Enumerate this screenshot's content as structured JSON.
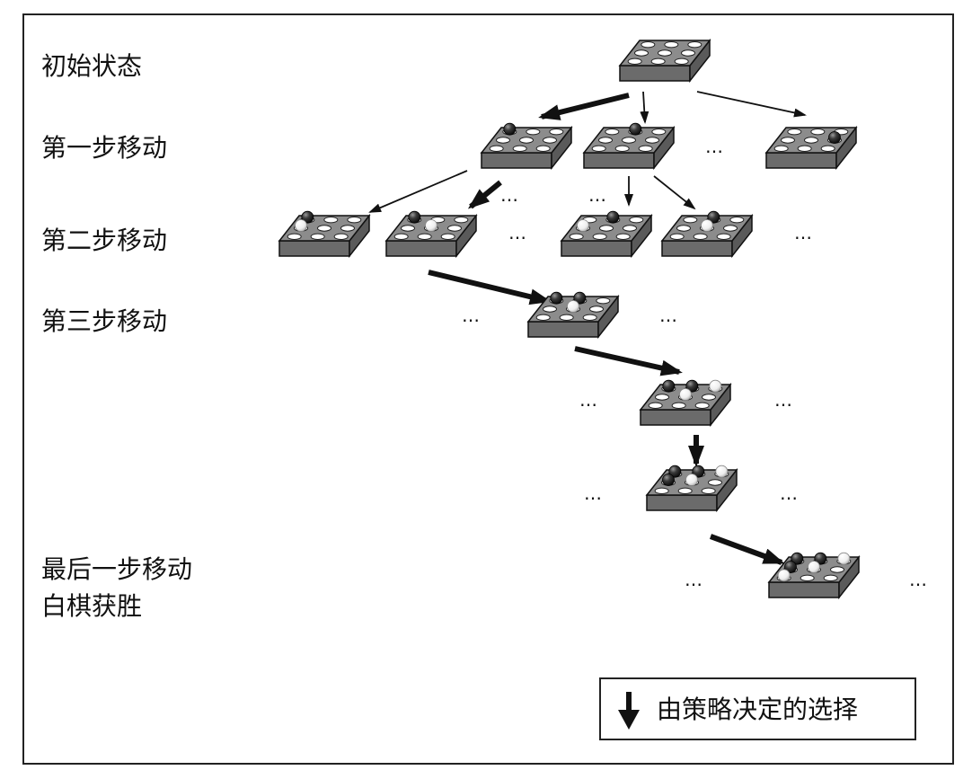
{
  "rows": {
    "initial": "初始状态",
    "move1": "第一步移动",
    "move2": "第二步移动",
    "move3": "第三步移动",
    "final_line1": "最后一步移动",
    "final_line2": "白棋获胜"
  },
  "ellipsis": "…",
  "legend": {
    "text": "由策略决定的选择",
    "icon": "bold-down-arrow-icon"
  },
  "colors": {
    "board_top": "#8c8c8c",
    "board_side": "#6b6b6b",
    "hole": "#ffffff",
    "black_stone": "#2a2a2a",
    "white_stone": "#f4f4f4"
  }
}
